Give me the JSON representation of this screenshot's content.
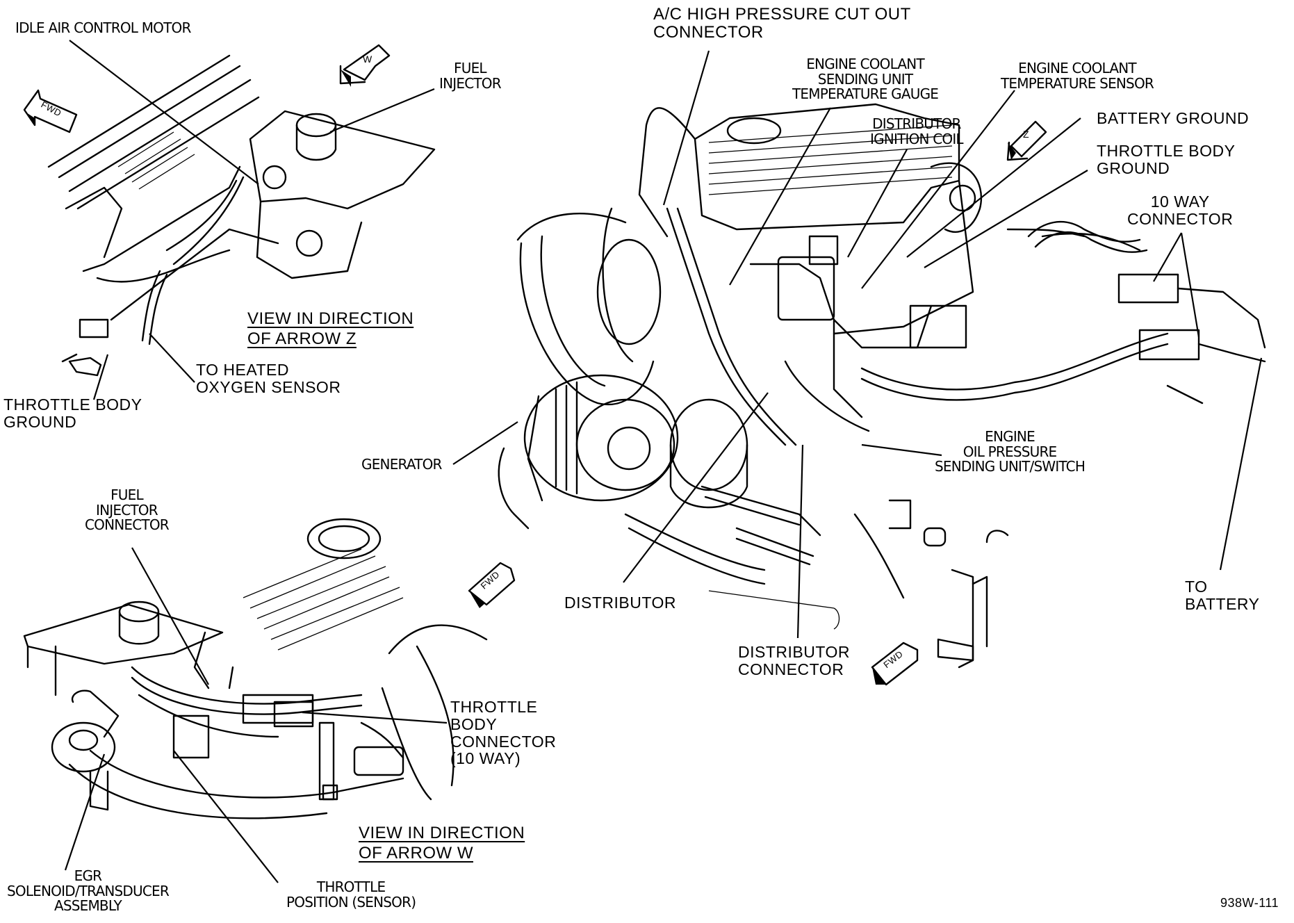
{
  "labels": {
    "idle_air_control_motor": "IDLE AIR CONTROL MOTOR",
    "fuel_injector": "FUEL\nINJECTOR",
    "view_arrow_z": "VIEW IN DIRECTION\nOF ARROW Z",
    "to_heated_oxygen_sensor": "TO HEATED\nOXYGEN SENSOR",
    "throttle_body_ground_left": "THROTTLE BODY\nGROUND",
    "ac_high_pressure": "A/C HIGH PRESSURE CUT OUT\nCONNECTOR",
    "coolant_sending_unit": "ENGINE COOLANT\nSENDING UNIT\nTEMPERATURE GAUGE",
    "coolant_temp_sensor": "ENGINE COOLANT\nTEMPERATURE SENSOR",
    "distributor_ignition_coil": "DISTRIBUTOR\nIGNITION COIL",
    "battery_ground": "BATTERY GROUND",
    "throttle_body_ground_right": "THROTTLE BODY\nGROUND",
    "ten_way_connector": "10 WAY\nCONNECTOR",
    "generator": "GENERATOR",
    "engine_oil_pressure": "ENGINE\nOIL PRESSURE\nSENDING UNIT/SWITCH",
    "distributor": "DISTRIBUTOR",
    "distributor_connector": "DISTRIBUTOR\nCONNECTOR",
    "to_battery": "TO\nBATTERY",
    "fuel_injector_connector": "FUEL\nINJECTOR\nCONNECTOR",
    "throttle_body_connector": "THROTTLE\nBODY\nCONNECTOR\n(10 WAY)",
    "view_arrow_w": "VIEW IN DIRECTION\nOF ARROW W",
    "egr_solenoid": "EGR\nSOLENOID/TRANSDUCER\nASSEMBLY",
    "throttle_position_sensor": "THROTTLE\nPOSITION (SENSOR)",
    "figure_code": "938W-111"
  },
  "arrows": {
    "fwd": "FWD",
    "w": "W",
    "z": "Z"
  }
}
